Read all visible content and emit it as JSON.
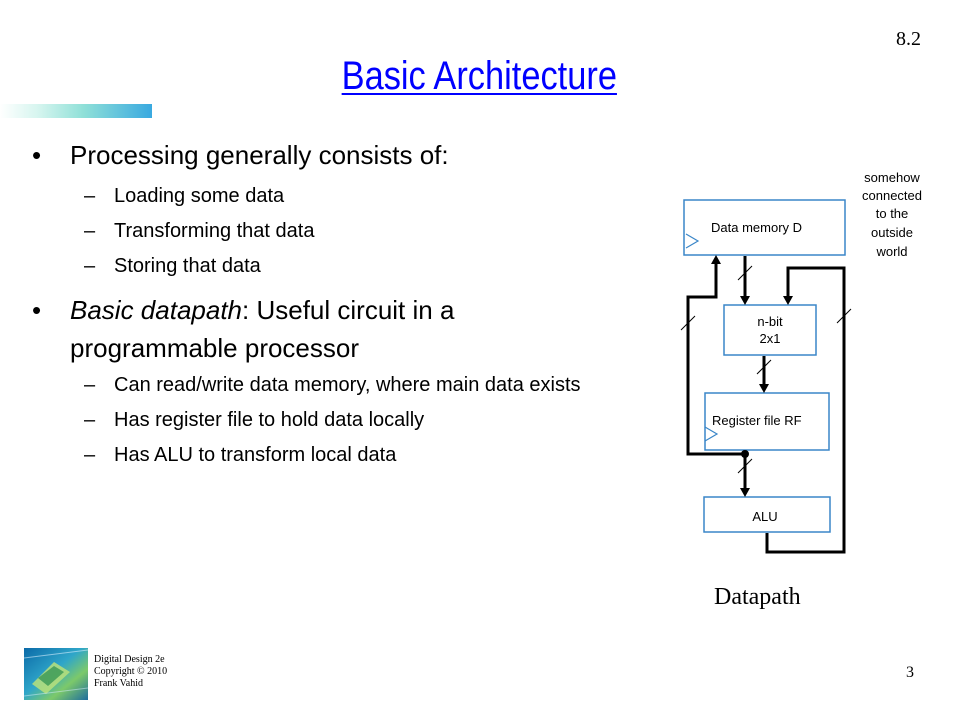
{
  "slide": {
    "section_number": "8.2",
    "title": "Basic Architecture",
    "page_number": "3"
  },
  "bullets": [
    {
      "text": "Processing generally consists of:",
      "sub": [
        "Loading some data",
        "Transforming that data",
        "Storing that data"
      ]
    },
    {
      "italic_part": "Basic datapath",
      "text_rest": ": Useful circuit in a programmable processor",
      "sub": [
        "Can read/write data memory, where main data exists",
        "Has register file to hold data locally",
        "Has ALU to transform local data"
      ]
    }
  ],
  "diagram": {
    "data_memory_label": "Data memory D",
    "mux_label_line1": "n-bit",
    "mux_label_line2": "2x1",
    "register_file_label": "Register file RF",
    "alu_label": "ALU",
    "note_lines": [
      "somehow",
      "connected",
      "to the",
      "outside",
      "world"
    ],
    "caption": "Datapath",
    "box_border_color": "#3a86c8"
  },
  "footer": {
    "lines": [
      "Digital Design 2e",
      "Copyright © 2010",
      "Frank Vahid"
    ]
  }
}
